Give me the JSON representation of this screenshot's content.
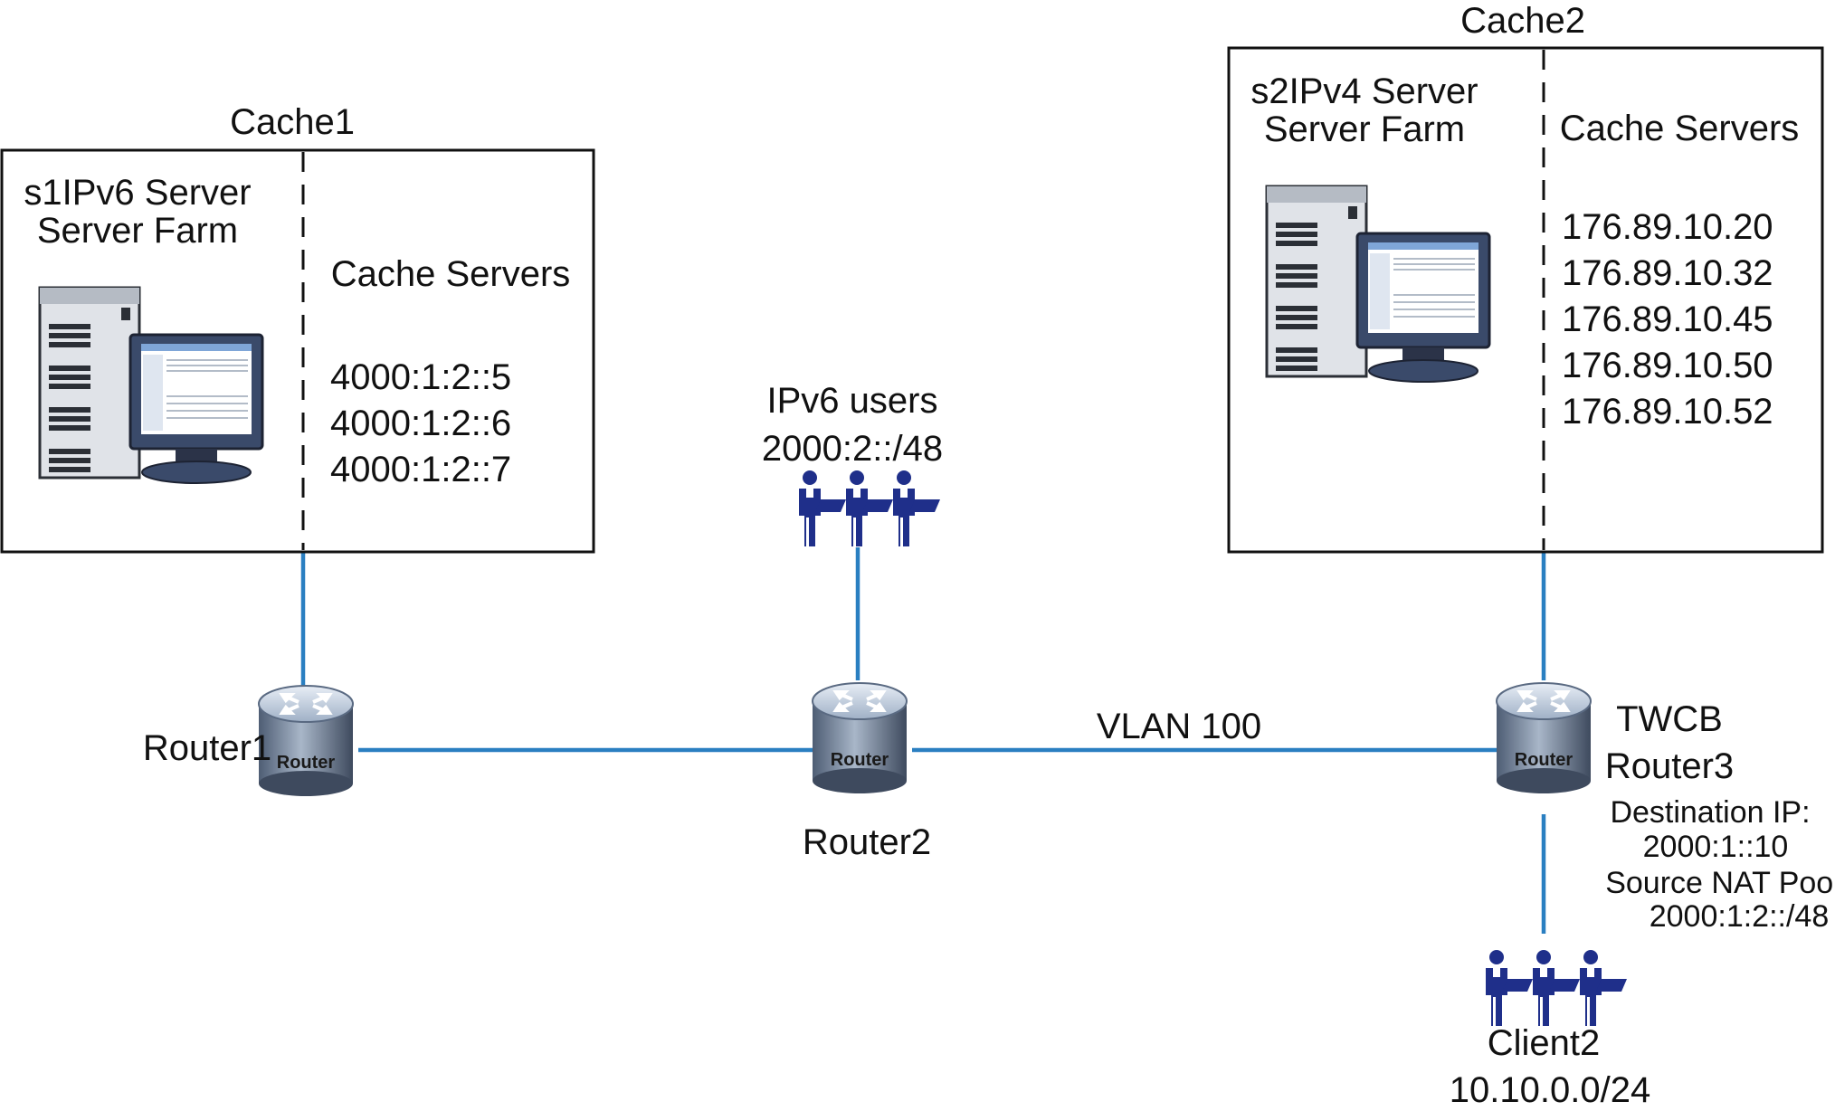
{
  "colors": {
    "link": "#2a7fc1",
    "user": "#1f2f8a",
    "router_top": "#c9d4e2",
    "router_body": "#6b7c95"
  },
  "cache1": {
    "title": "Cache1",
    "farm_line1": "s1IPv6 Server",
    "farm_line2": "Server Farm",
    "servers_label": "Cache Servers",
    "servers": [
      "4000:1:2::5",
      "4000:1:2::6",
      "4000:1:2::7"
    ]
  },
  "cache2": {
    "title": "Cache2",
    "farm_line1": "s2IPv4 Server",
    "farm_line2": "Server Farm",
    "servers_label": "Cache Servers",
    "servers": [
      "176.89.10.20",
      "176.89.10.32",
      "176.89.10.45",
      "176.89.10.50",
      "176.89.10.52"
    ]
  },
  "ipv6_users": {
    "label": "IPv6 users",
    "prefix": "2000:2::/48"
  },
  "router_icon_text": "Router",
  "router1": {
    "label": "Router1"
  },
  "router2": {
    "label": "Router2"
  },
  "router3": {
    "label_line1": "TWCB",
    "label_line2": "Router3",
    "dest_label": "Destination IP:",
    "dest_value": "2000:1::10",
    "nat_label": "Source NAT Pool",
    "nat_value": "2000:1:2::/48"
  },
  "vlan": {
    "label": "VLAN 100"
  },
  "client2": {
    "label": "Client2",
    "subnet": "10.10.0.0/24"
  }
}
